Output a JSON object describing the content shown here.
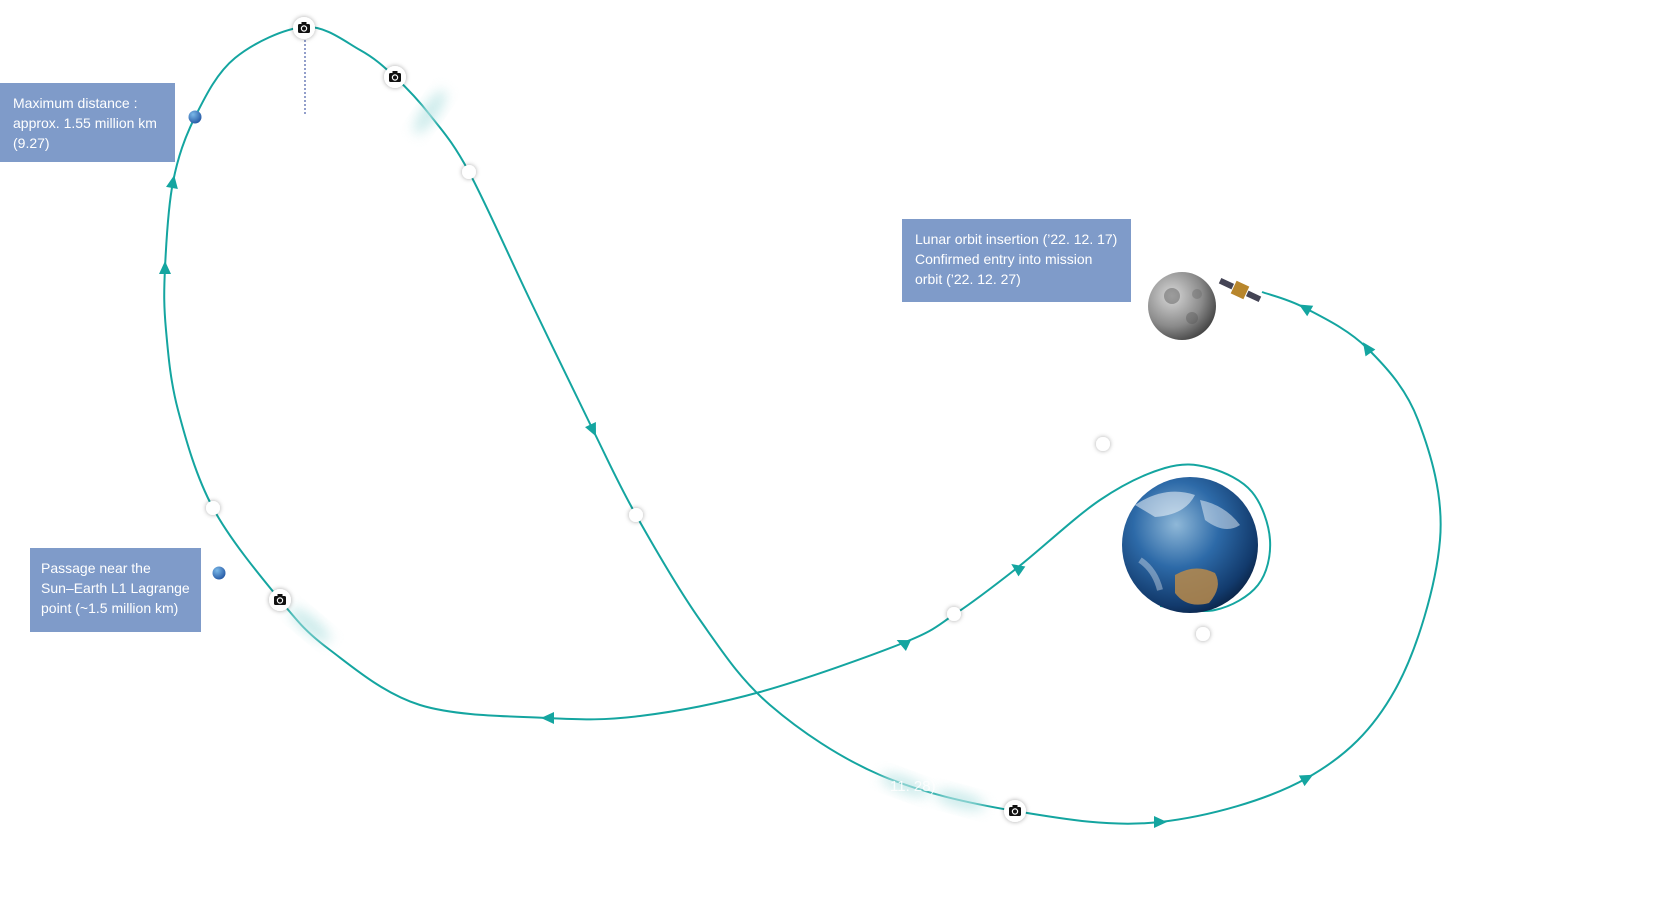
{
  "labels": {
    "max_distance": [
      "Maximum distance :",
      "approx. 1.55 million km",
      "(9.27)"
    ],
    "lunar_orbit": [
      "Lunar orbit insertion (’22. 12. 17)",
      "Confirmed entry into mission",
      "orbit (’22. 12. 27)"
    ],
    "l1_passage": [
      "Passage near the",
      "Sun–Earth L1 Lagrange",
      "point (~1.5 million km)"
    ]
  },
  "faint_date": "11. 28)",
  "colors": {
    "trajectory": "#14a5a0",
    "label_bg": "#7f9bc9",
    "marker_blue": "#2f6fb5",
    "guide_line": "#4a5fa8"
  },
  "icons": [
    "camera-icon",
    "earth-icon",
    "moon-icon",
    "satellite-icon",
    "arrow-icon"
  ]
}
